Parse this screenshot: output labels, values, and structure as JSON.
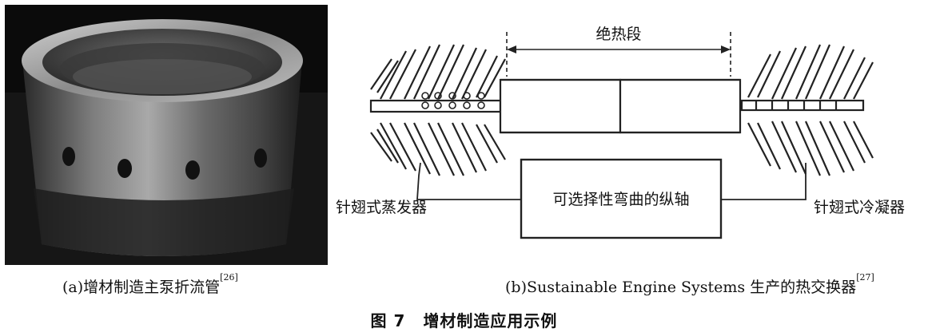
{
  "figure": {
    "number": "图 7",
    "title": "增材制造应用示例"
  },
  "subfigure_a": {
    "label": "(a)",
    "caption": "增材制造主泵折流管",
    "ref": "[26]"
  },
  "subfigure_b": {
    "label": "(b)",
    "caption": "Sustainable Engine Systems 生产的热交换器",
    "ref": "[27]",
    "diagram": {
      "adiabatic_label": "绝热段",
      "evaporator_label": "针翅式蒸发器",
      "condenser_label": "针翅式冷凝器",
      "shaft_label": "可选择性弯曲的纵轴"
    }
  }
}
